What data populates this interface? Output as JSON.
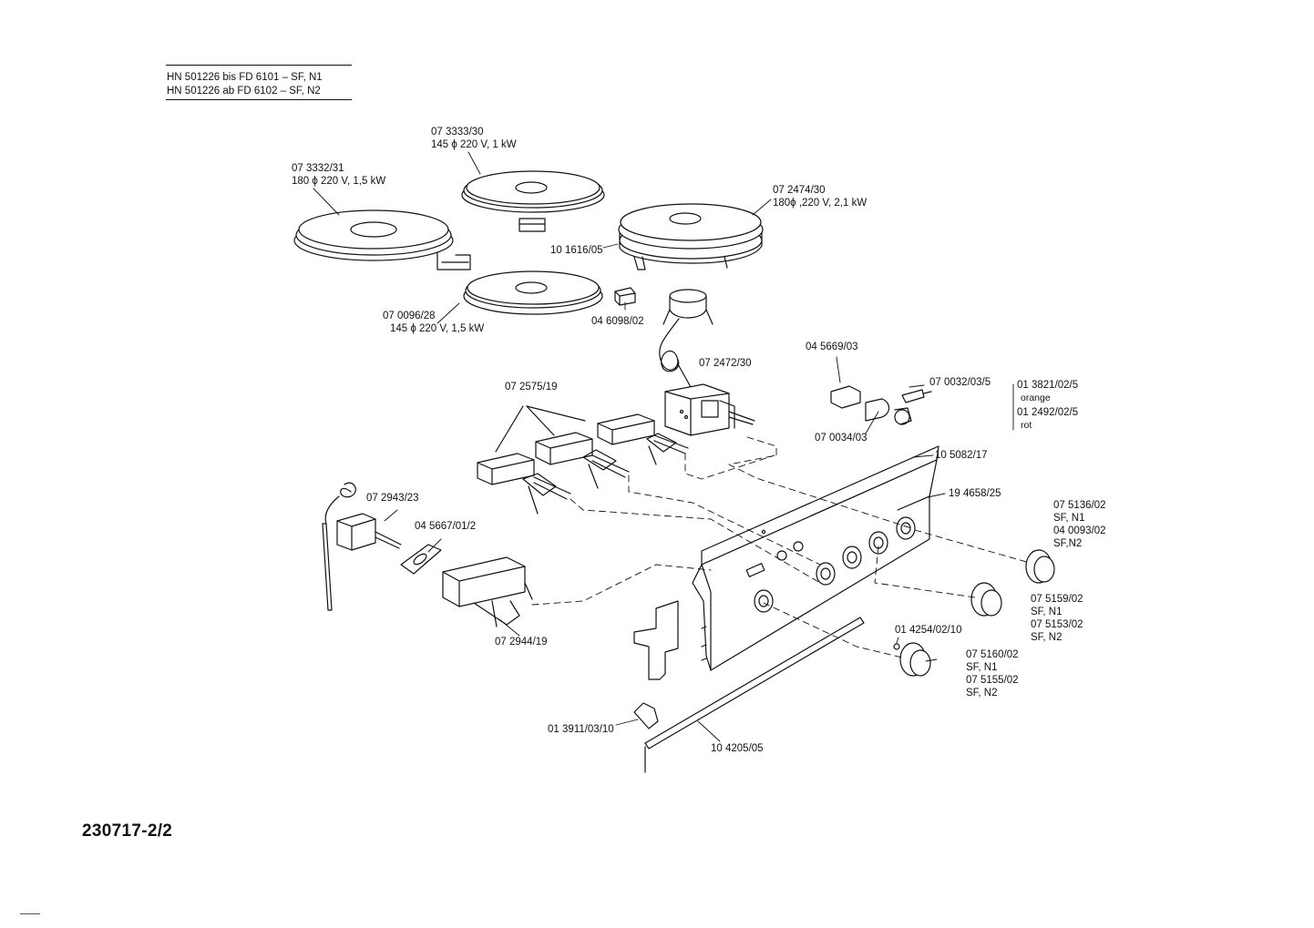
{
  "header": {
    "line1": "HN 501226 bis FD 6101  –  SF, N1",
    "line2": "HN 501226 ab  FD 6102  –  SF, N2"
  },
  "document_number": "230717-2/2",
  "parts": {
    "plate_front_left": {
      "number": "07 3332/31",
      "spec": "180 ϕ 220 V, 1,5 kW"
    },
    "plate_back_mid": {
      "number": "07 3333/30",
      "spec": "145 ϕ 220 V, 1 kW"
    },
    "plate_right": {
      "number": "07 2474/30",
      "spec": "180ϕ  ,220 V, 2,1 kW"
    },
    "plate_front_mid": {
      "number": "07 0096/28",
      "spec": "145 ϕ 220 V, 1,5 kW"
    },
    "ring_10_1616": "10 1616/05",
    "connector_04_6098": "04 6098/02",
    "thermostat_07_2472": "07 2472/30",
    "switches_07_2575": "07 2575/19",
    "socket_04_5669": "04 5669/03",
    "lamp_07_0032": "07 0032/03/5",
    "lens_orange": {
      "number": "01 3821/02/5",
      "color": "orange"
    },
    "lens_red": {
      "number": "01 2492/02/5",
      "color": "rot"
    },
    "holder_07_0034": "07 0034/03",
    "panel_10_5082": "10 5082/17",
    "panel_19_4658": "19 4658/25",
    "thermostat_07_2943": "07 2943/23",
    "bracket_04_5667": "04 5667/01/2",
    "switch_07_2944": "07 2944/19",
    "knob_top": [
      "07 5136/02",
      "SF, N1",
      "04 0093/02",
      "SF,N2"
    ],
    "knob_mid": [
      "07 5159/02",
      "SF, N1",
      "07 5153/02",
      "SF, N2"
    ],
    "screw_01_4254": "01 4254/02/10",
    "knob_bottom": [
      "07 5160/02",
      "SF, N1",
      "07 5155/02",
      "SF, N2"
    ],
    "clip_01_3911": "01 3911/03/10",
    "strip_10_4205": "10 4205/05"
  },
  "colors": {
    "ink": "#111111",
    "background": "#ffffff"
  }
}
